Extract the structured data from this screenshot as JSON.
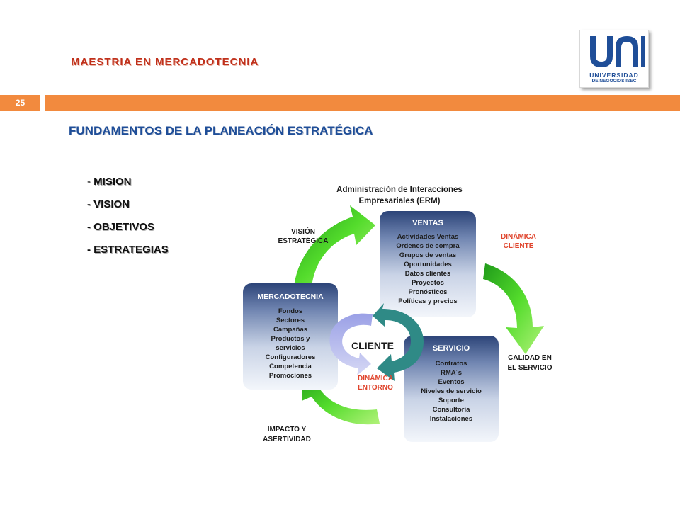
{
  "header": {
    "title": "MAESTRIA EN MERCADOTECNIA"
  },
  "logo": {
    "line1": "UNIVERSIDAD",
    "line2": "DE NEGOCIOS ISEC"
  },
  "slide": {
    "number": "25"
  },
  "main": {
    "title": "FUNDAMENTOS DE LA PLANEACIÓN ESTRATÉGICA",
    "bullets": [
      {
        "dash": "- ",
        "text": "MISION"
      },
      {
        "dash": "- ",
        "text": "VISION"
      },
      {
        "dash": "- ",
        "text": "OBJETIVOS"
      },
      {
        "dash": "- ",
        "text": "ESTRATEGIAS"
      }
    ]
  },
  "diagram": {
    "top_label": {
      "line1": "Administración de Interacciones",
      "line2": "Empresariales (ERM)"
    },
    "ventas": {
      "title": "VENTAS",
      "items": [
        "Actividades Ventas",
        "Ordenes de compra",
        "Grupos de ventas",
        "Oportunidades",
        "Datos clientes",
        "Proyectos",
        "Pronósticos",
        "Políticas y precios"
      ]
    },
    "mercadotecnia": {
      "title": "MERCADOTECNIA",
      "items": [
        "Fondos",
        "Sectores",
        "Campañas",
        "Productos y",
        "servicios",
        "Configuradores",
        "Competencia",
        "Promociones"
      ]
    },
    "servicio": {
      "title": "SERVICIO",
      "items": [
        "Contratos",
        "RMA´s",
        "Eventos",
        "Niveles de servicio",
        "Soporte",
        "Consultoría",
        "Instalaciones"
      ]
    },
    "cliente": "CLIENTE",
    "vision": {
      "line1": "VISIÓN",
      "line2": "ESTRATÉGICA"
    },
    "dinamica_cliente": {
      "line1": "DINÁMICA",
      "line2": "CLIENTE"
    },
    "calidad": {
      "line1": "CALIDAD EN",
      "line2": "EL SERVICIO"
    },
    "impacto": {
      "line1": "IMPACTO Y",
      "line2": "ASERTIVIDAD"
    },
    "dinamica_entorno": {
      "line1": "DINÁMICA",
      "line2": "ENTORNO"
    }
  },
  "colors": {
    "accent_orange": "#f28a3e",
    "title_blue": "#1f4e98",
    "header_red": "#c0301b",
    "arrow_green": "#4fd629",
    "dinamica_red": "#e0452d",
    "box_dark": "#3a5289"
  }
}
